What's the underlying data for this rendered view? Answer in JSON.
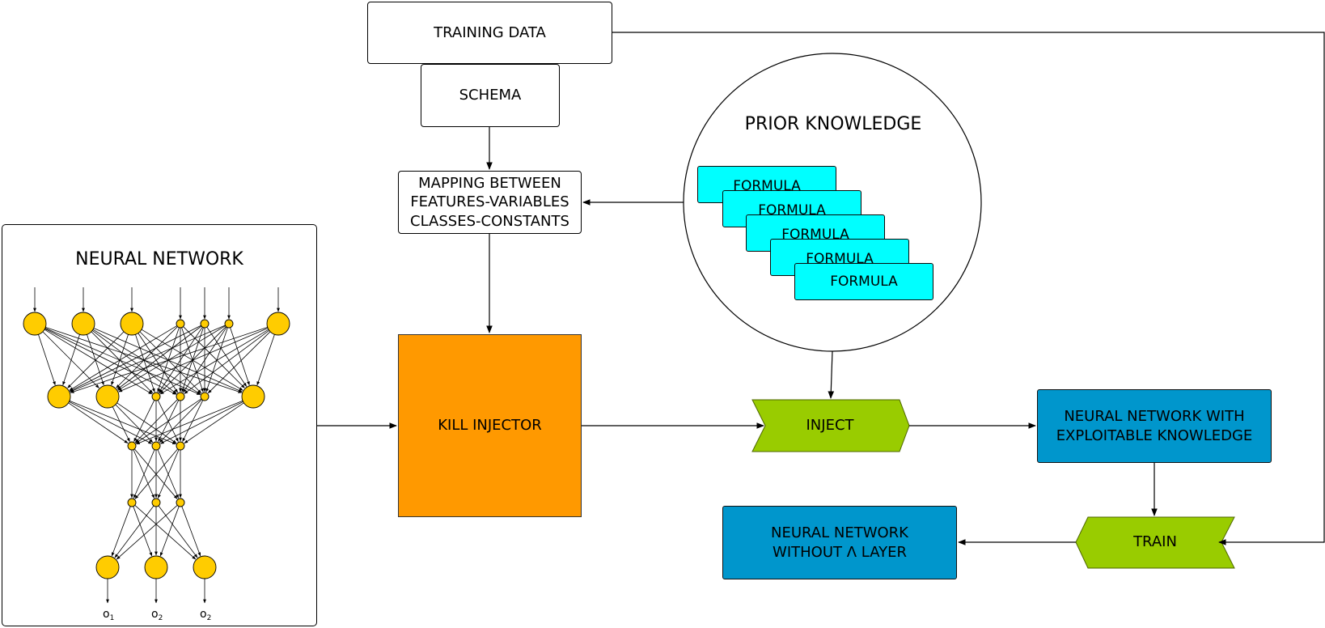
{
  "boxes": {
    "training_data": "TRAINING DATA",
    "schema": "SCHEMA",
    "mapping": "MAPPING BETWEEN\nFEATURES-VARIABLES\nCLASSES-CONSTANTS",
    "prior_knowledge": "PRIOR KNOWLEDGE",
    "formulas": [
      "FORMULA",
      "FORMULA",
      "FORMULA",
      "FORMULA",
      "FORMULA"
    ],
    "neural_network": "NEURAL NETWORK",
    "kill_injector": "KILL INJECTOR",
    "inject": "INJECT",
    "nn_exploitable": "NEURAL NETWORK WITH\nEXPLOITABLE KNOWLEDGE",
    "train": "TRAIN",
    "nn_without": "NEURAL NETWORK\nWITHOUT Λ LAYER"
  },
  "network": {
    "layer_sizes": [
      7,
      6,
      3,
      3,
      3
    ],
    "output_labels": [
      "o",
      "o",
      "o"
    ],
    "output_subscripts": [
      "1",
      "2",
      "2"
    ]
  },
  "colors": {
    "node": "#ffcc00",
    "kill_injector": "#ff9900",
    "formula": "#00ffff",
    "arrow_shape": "#99cc00",
    "output_box": "#0096cc"
  }
}
